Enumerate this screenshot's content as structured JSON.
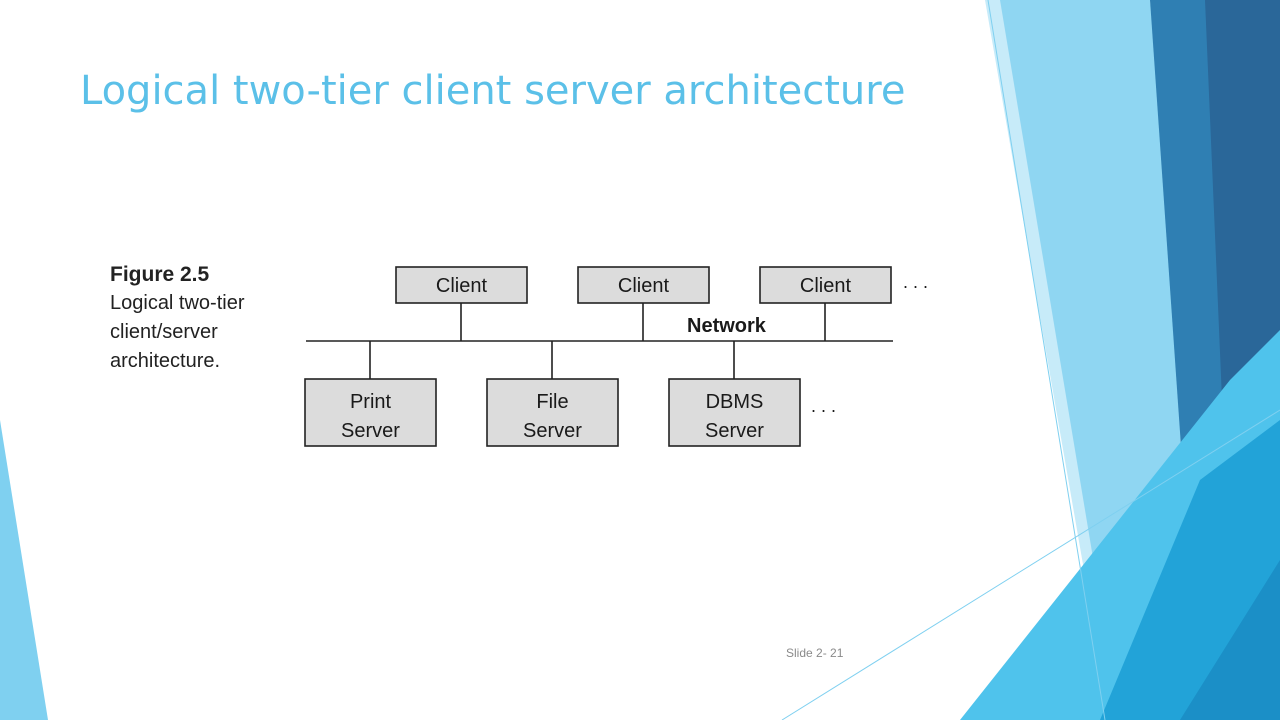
{
  "slide": {
    "title": "Logical two-tier client server architecture",
    "slide_number": "Slide 2- 21"
  },
  "figure": {
    "number": "Figure 2.5",
    "caption_lines": [
      "Logical two-tier",
      "client/server",
      "architecture."
    ]
  },
  "diagram": {
    "network_label": "Network",
    "clients": [
      {
        "label": "Client"
      },
      {
        "label": "Client"
      },
      {
        "label": "Client"
      }
    ],
    "servers": [
      {
        "line1": "Print",
        "line2": "Server"
      },
      {
        "line1": "File",
        "line2": "Server"
      },
      {
        "line1": "DBMS",
        "line2": "Server"
      }
    ],
    "client_ellipsis": ". . .",
    "server_ellipsis": ". . ."
  },
  "colors": {
    "title": "#5bc0e8",
    "background": "#ffffff",
    "accent_light": "#8fd6f2",
    "accent_mid": "#29a8df",
    "accent_dark": "#2a6f9f"
  }
}
